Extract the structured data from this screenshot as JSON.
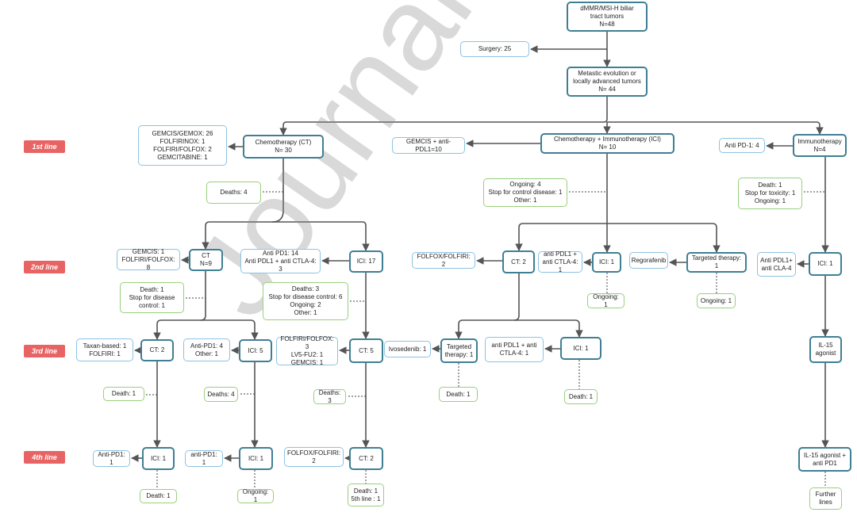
{
  "watermark": "Journal Pre-proof",
  "lines": [
    "1st line",
    "2nd line",
    "3rd line",
    "4th line"
  ],
  "nodes": {
    "root": "dMMR/MSI-H biliar\ntract tumors\nN=48",
    "surgery": "Surgery: 25",
    "metastatic": "Metastic evolution or\nlocally advanced tumors\nN= 44",
    "ct1": "Chemotherapy (CT)\nN= 30",
    "ct1_regimens": "GEMCIS/GEMOX: 26\nFOLFIRINOX: 1\nFOLFIRI/FOLFOX: 2\nGEMCITABINE: 1",
    "ct1_deaths": "Deaths: 4",
    "chemoimmuno": "Chemotherapy + Immunotherapy (ICI)\nN= 10",
    "gemcis_pdl1": "GEMCIS + anti-PDL1=10",
    "chemoimmuno_status": "Ongoing: 4\nStop for control disease: 1\nOther: 1",
    "immuno": "Immunotherapy\nN=4",
    "immuno_regimen": "Anti PD-1: 4",
    "immuno_status": "Death: 1\nStop for toxicity: 1\nOngoing: 1",
    "ct2_a": "CT\nN=9",
    "ct2_a_regimens": "GEMCIS: 1\nFOLFIRI/FOLFOX: 8",
    "ct2_a_status": "Death: 1\nStop for disease\ncontrol: 1",
    "ici2_a": "ICI: 17",
    "ici2_a_regimens": "Anti PD1: 14\nAnti PDL1 + anti CTLA-4: 3",
    "ici2_a_status": "Deaths: 3\nStop for disease control: 6\nOngoing: 2\nOther: 1",
    "ct2_b": "CT: 2",
    "ct2_b_regimen": "FOLFOX/FOLFIRI: 2",
    "ici2_b": "ICI: 1",
    "ici2_b_regimen": "anti PDL1 +\nanti CTLA-4: 1",
    "ici2_b_status": "Ongoing: 1",
    "targeted2": "Targeted therapy: 1",
    "targeted2_regimen": "Regorafenib",
    "targeted2_status": "Ongoing: 1",
    "ici2_c": "ICI: 1",
    "ici2_c_regimen": "Anti PDL1+\nanti CLA-4",
    "ct3_a": "CT: 2",
    "ct3_a_regimens": "Taxan-based: 1\nFOLFIRI: 1",
    "ct3_a_status": "Death: 1",
    "ici3_a": "ICI: 5",
    "ici3_a_regimens": "Anti-PD1: 4\nOther: 1",
    "ici3_a_status": "Deaths: 4",
    "ct3_b": "CT: 5",
    "ct3_b_regimens": "FOLFIRI/FOLFOX: 3\nLV5-FU2: 1\nGEMCIS: 1",
    "ct3_b_status": "Deaths: 3",
    "targeted3": "Targeted\ntherapy: 1",
    "targeted3_regimen": "Ivosedenib: 1",
    "targeted3_status": "Death: 1",
    "ici3_b": "ICI: 1",
    "ici3_b_regimen": "anti PDL1 + anti\nCTLA-4: 1",
    "ici3_b_status": "Death: 1",
    "il15": "IL-15\nagonist",
    "ici4_a": "ICI: 1",
    "ici4_a_regimen": "Anti-PD1: 1",
    "ici4_a_status": "Death: 1",
    "ici4_b": "ICI: 1",
    "ici4_b_regimen": "anti-PD1: 1",
    "ici4_b_status": "Ongoing: 1",
    "ct4": "CT: 2",
    "ct4_regimen": "FOLFOX/FOLFIRI: 2",
    "ct4_status": "Death: 1\n5th line : 1",
    "il15_pd1": "IL-15 agonist +\nanti PD1",
    "further": "Further\nlines"
  },
  "colors": {
    "main_border": "#3f7f93",
    "regimen_border": "#8cc3e3",
    "status_border": "#98d07c",
    "line_label_bg": "#e86464",
    "arrow": "#555555"
  }
}
